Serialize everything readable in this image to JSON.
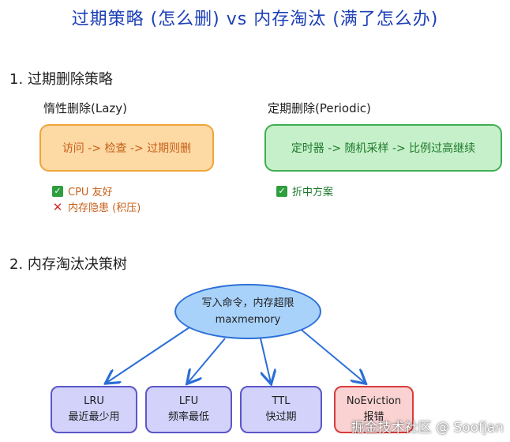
{
  "title": "过期策略 (怎么删) vs 内存淘汰 (满了怎么办)",
  "section1": {
    "heading": "1. 过期删除策略",
    "lazy": {
      "label": "惰性删除(Lazy)",
      "box": "访问 -> 检查 -> 过期则删",
      "pros": "CPU 友好",
      "cons": "内存隐患 (积压)"
    },
    "periodic": {
      "label": "定期删除(Periodic)",
      "box": "定时器 -> 随机采样 -> 比例过高继续",
      "pros": "折中方案"
    }
  },
  "section2": {
    "heading": "2. 内存淘汰决策树",
    "root": {
      "line1": "写入命令，内存超限",
      "line2": "maxmemory"
    },
    "leaves": [
      {
        "title": "LRU",
        "desc": "最近最少用"
      },
      {
        "title": "LFU",
        "desc": "频率最低"
      },
      {
        "title": "TTL",
        "desc": "快过期"
      },
      {
        "title": "NoEviction",
        "desc": "报错"
      }
    ]
  },
  "watermark": "掘金技术社区 @ Soofjan",
  "colors": {
    "title": "#1c3fb7",
    "orange_fill": "#fdd9a4",
    "orange_stroke": "#f0a43a",
    "orange_text": "#c6601a",
    "green_fill": "#c6f0c9",
    "green_stroke": "#3fae51",
    "green_text": "#1e7a2c",
    "blue_fill": "#a9d2fb",
    "blue_stroke": "#2b6fd6",
    "purple_fill": "#d2d2fb",
    "purple_stroke": "#5b57c7",
    "red_fill": "#fad2d2",
    "red_stroke": "#d93c3c",
    "check": "#2e9e3e",
    "cross": "#d12d2d"
  },
  "icons": [
    "check-icon",
    "cross-icon",
    "arrow-icon"
  ]
}
